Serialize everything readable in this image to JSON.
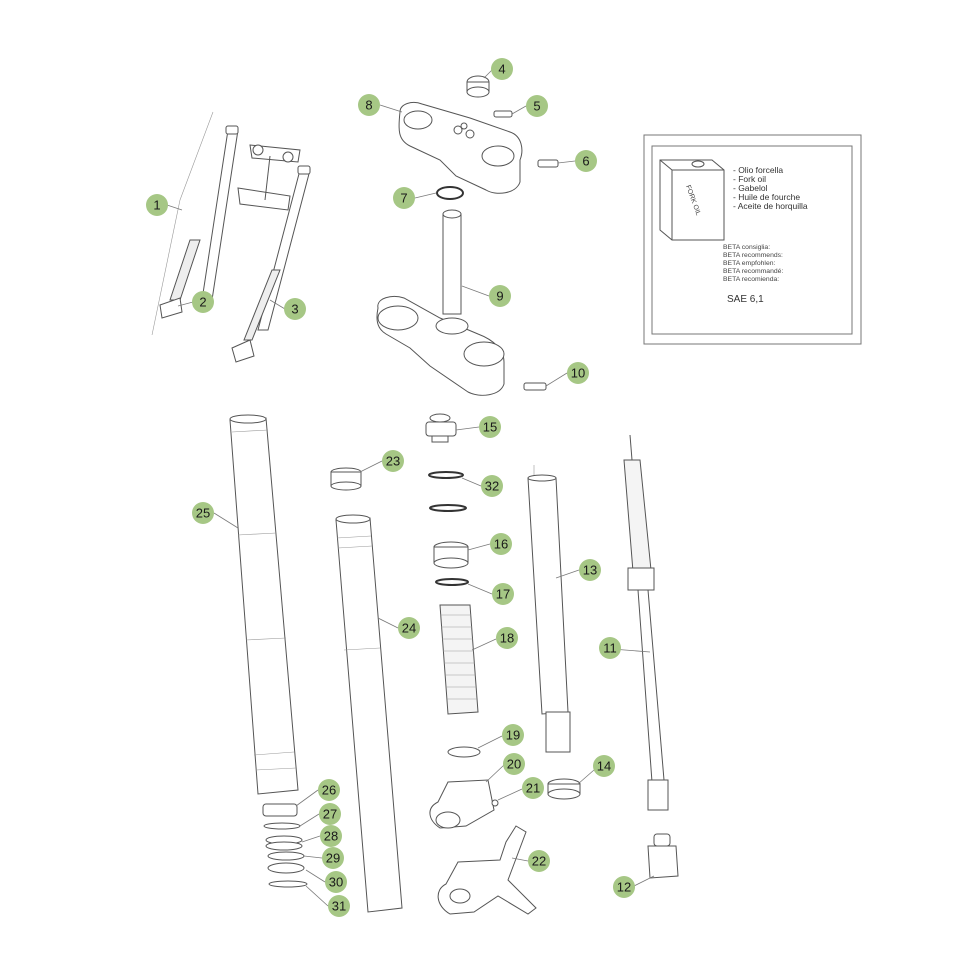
{
  "callouts": [
    "1",
    "2",
    "3",
    "4",
    "5",
    "6",
    "7",
    "8",
    "9",
    "10",
    "11",
    "12",
    "13",
    "14",
    "15",
    "16",
    "17",
    "18",
    "19",
    "20",
    "21",
    "22",
    "23",
    "24",
    "25",
    "26",
    "27",
    "28",
    "29",
    "30",
    "31",
    "32"
  ],
  "oil_box": {
    "can_label": "FORK OIL",
    "names": [
      "- Olio forcella",
      "- Fork oil",
      "- Gabelol",
      "- Huile de fourche",
      "- Aceite de horquilla"
    ],
    "recommend": [
      "BETA consiglia:",
      "BETA recommends:",
      "BETA empfohlen:",
      "BETA recommandé:",
      "BETA recomienda:"
    ],
    "grade": "SAE 6,1"
  },
  "colors": {
    "callout": "#a6c785",
    "line": "#555555"
  }
}
